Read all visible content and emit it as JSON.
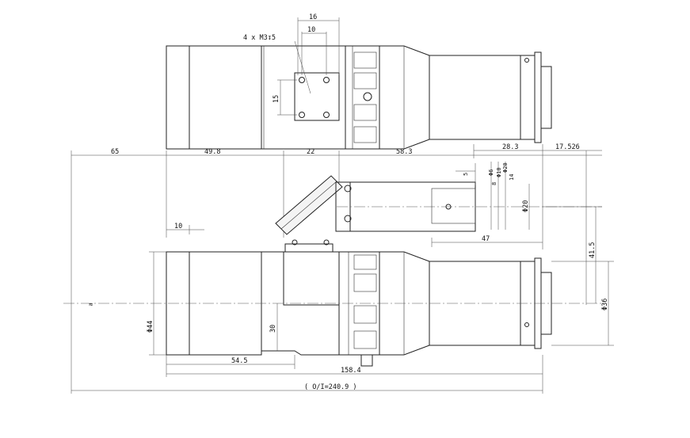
{
  "drawing": {
    "top_view": {
      "hole_callout": "4 x M3↧5",
      "dim_16": "16",
      "dim_10": "10",
      "dim_15": "15"
    },
    "horizontal_dims": {
      "d65": "65",
      "d49_8": "49.8",
      "d22": "22",
      "d58_3": "58.3",
      "d28_3": "28.3",
      "d17_526": "17.526",
      "d47": "47",
      "d10": "10",
      "d54_5": "54.5",
      "d158_4": "158.4",
      "total": "( O/I=240.9 )"
    },
    "vertical_dims": {
      "d41_5": "41.5",
      "phi36": "Φ36",
      "phi44": "Φ44",
      "d30": "30",
      "phi20": "Φ20"
    },
    "side_tube_dims": {
      "d5": "5",
      "phi6": "Φ6",
      "phi8": "8",
      "phi10": "Φ10",
      "phi20b": "Φ20",
      "d14": "14"
    },
    "break_symbol": "≈"
  }
}
